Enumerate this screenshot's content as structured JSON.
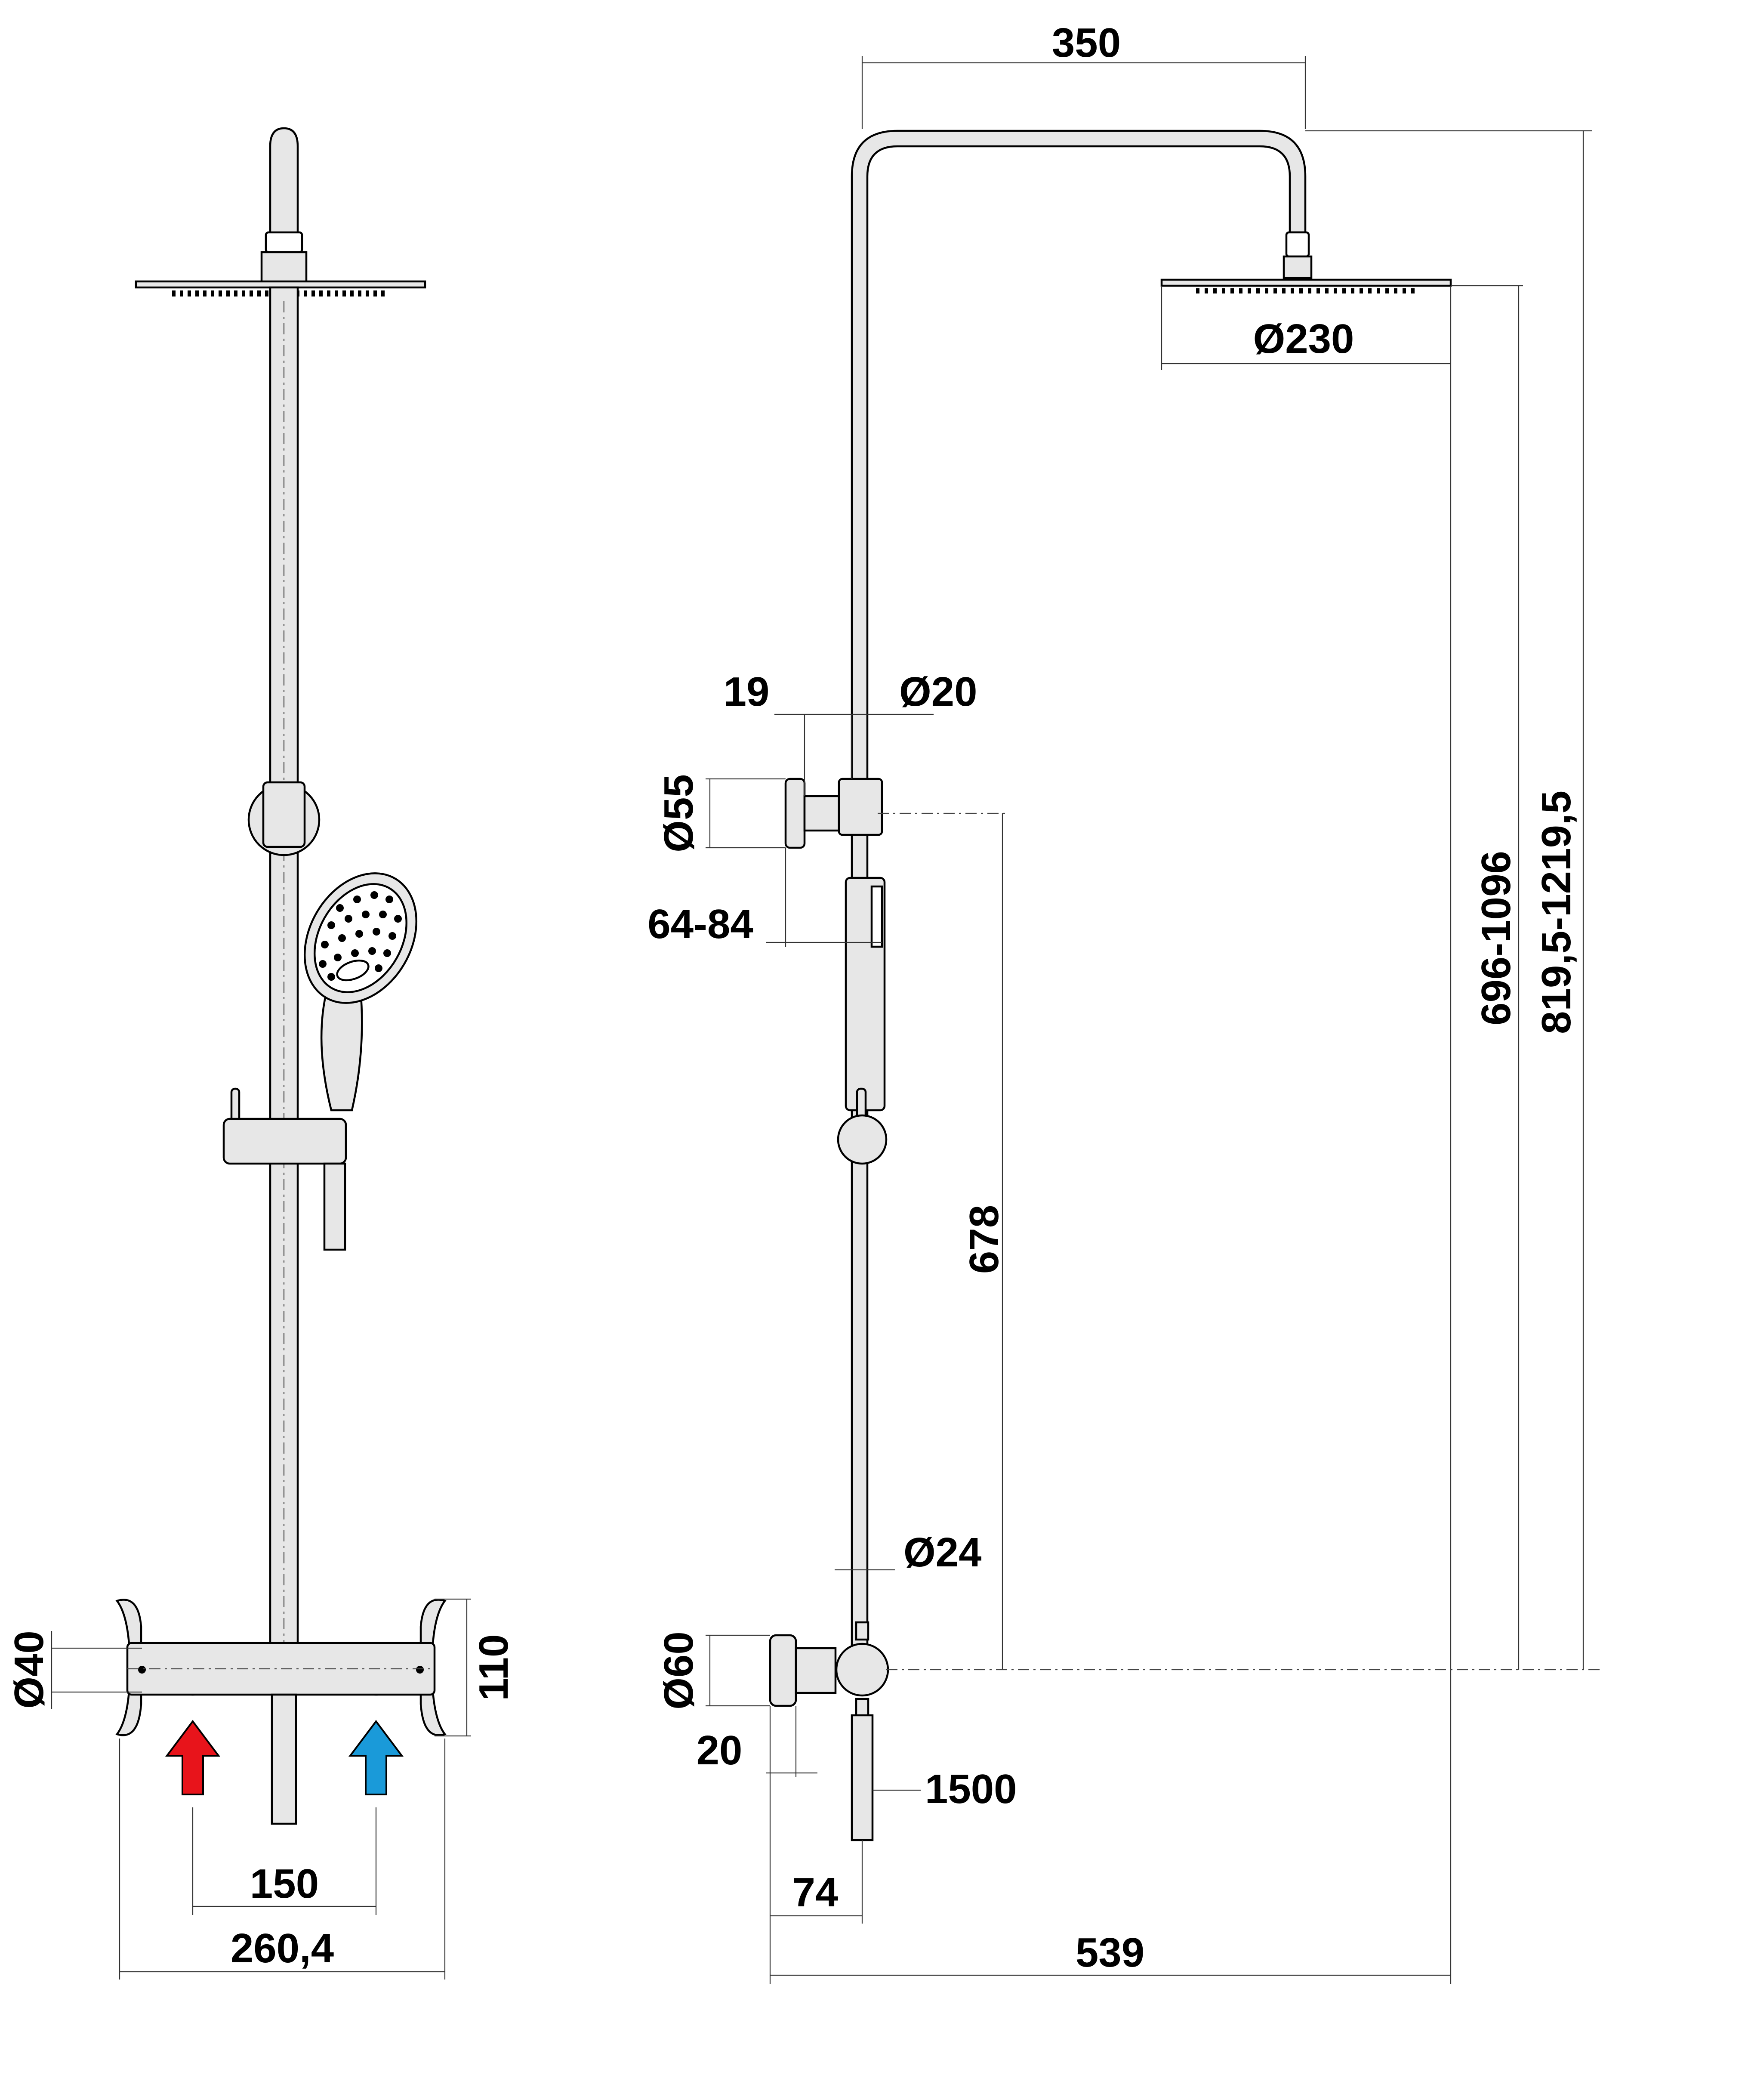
{
  "dimensions": {
    "top_width": "350",
    "head_diameter": "Ø230",
    "holder_offset": "19",
    "rod_diameter": "Ø20",
    "knob_diameter": "Ø55",
    "holder_depth": "64-84",
    "slide_length": "678",
    "height_min": "696-1096",
    "height_max": "819,5-1219,5",
    "pipe_diameter": "Ø24",
    "valve_knob_diameter": "Ø60",
    "valve_knob_depth": "20",
    "hose_length": "1500",
    "wall_offset": "74",
    "total_depth": "539",
    "connection_diameter": "Ø40",
    "body_height": "110",
    "inlet_spacing": "150",
    "body_width": "260,4"
  },
  "colors": {
    "hot_inlet": "#e8141b",
    "cold_inlet": "#1a9ad9",
    "line": "#000000",
    "fill": "#e7e7e7"
  },
  "icons": {
    "hot": "hot-water-arrow-icon",
    "cold": "cold-water-arrow-icon"
  }
}
